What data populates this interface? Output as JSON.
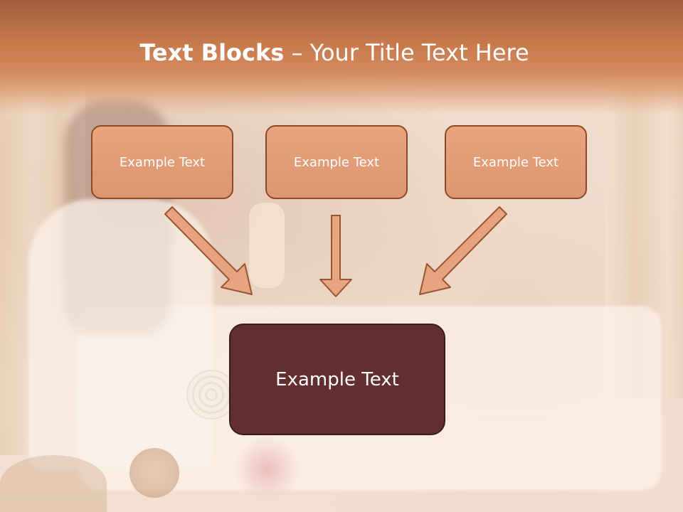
{
  "title": {
    "bold_part": "Text Blocks",
    "separator": " – ",
    "regular_part": "Your Title Text Here"
  },
  "boxes": [
    {
      "label": "Example Text"
    },
    {
      "label": "Example Text"
    },
    {
      "label": "Example Text"
    }
  ],
  "result": {
    "label": "Example Text"
  },
  "colors": {
    "header": "#c6774a",
    "box_fill": "#e0996f",
    "box_border": "#8a4a2a",
    "result_fill": "#632e2e",
    "arrow_fill": "#e6a57e",
    "arrow_stroke": "#9a5532"
  }
}
